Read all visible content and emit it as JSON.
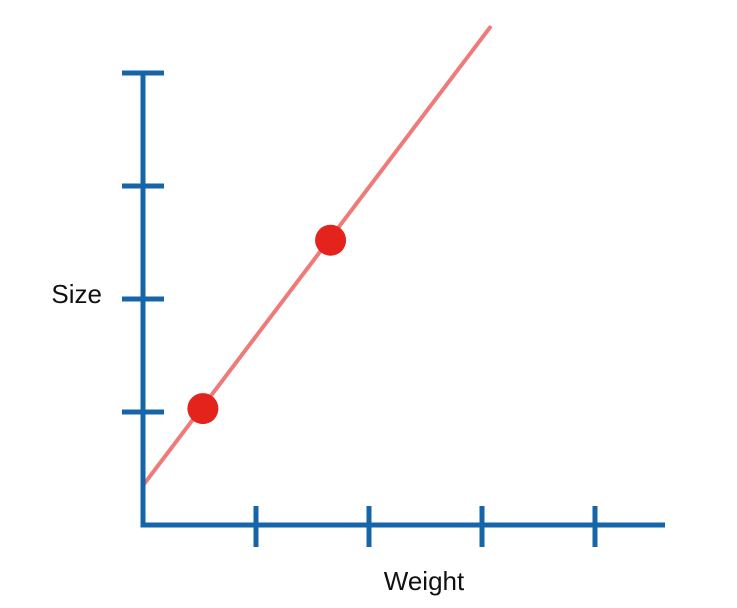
{
  "chart_data": {
    "type": "scatter",
    "xlabel": "Weight",
    "ylabel": "Size",
    "xlim": [
      0,
      4.6
    ],
    "ylim": [
      0,
      4.0
    ],
    "x_ticks": [
      1,
      2,
      3,
      4
    ],
    "y_ticks": [
      1,
      2,
      3,
      4
    ],
    "grid": false,
    "legend": "none",
    "series": [
      {
        "points": [
          {
            "x": 0.53,
            "y": 1.03
          },
          {
            "x": 1.66,
            "y": 2.52
          }
        ]
      }
    ],
    "fit_line": {
      "intercept": 0.35,
      "slope": 1.32,
      "x_range": [
        0,
        3.07
      ]
    },
    "colors": {
      "axis": "#1565a8",
      "points": "#e3231c",
      "line": "#ef7a7a",
      "label": "#111111"
    }
  }
}
